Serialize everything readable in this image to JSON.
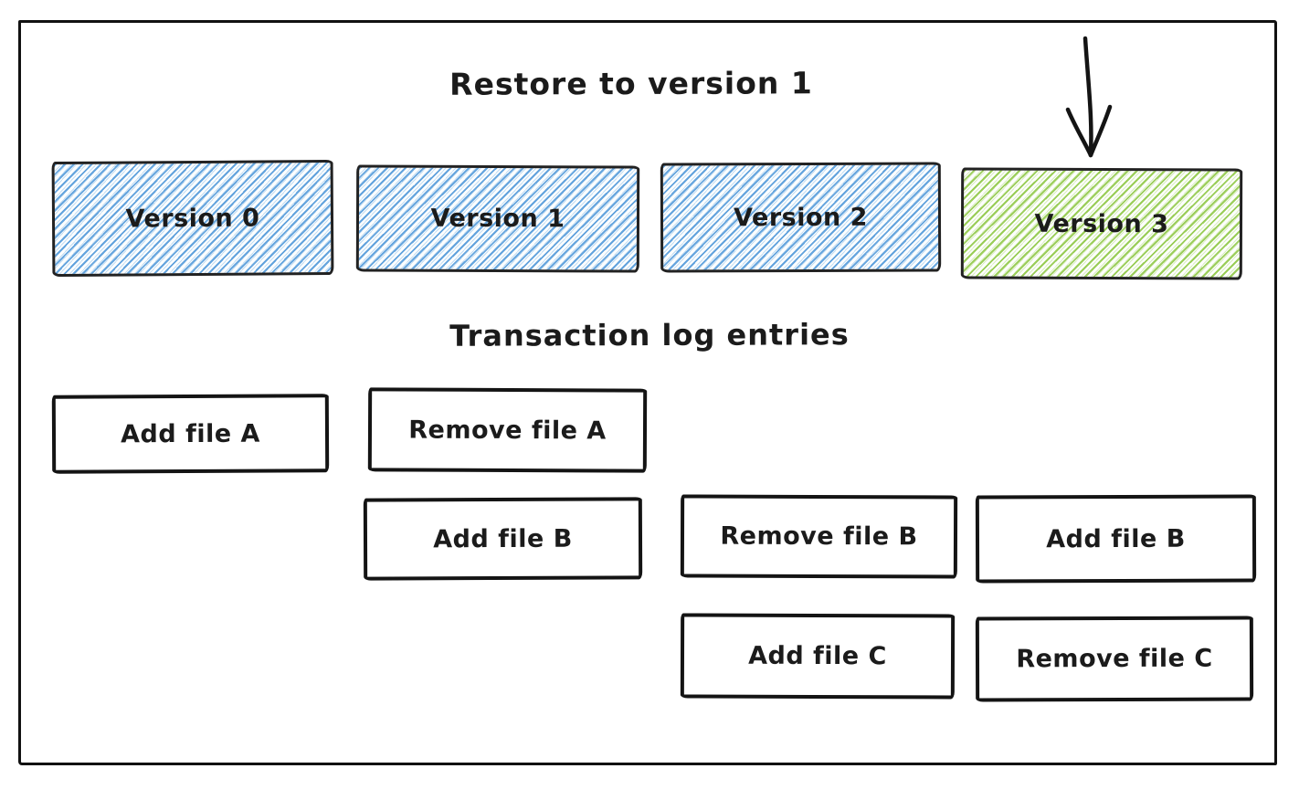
{
  "diagram": {
    "title": "Restore to version 1",
    "subtitle": "Transaction log entries",
    "arrow": {
      "direction": "down",
      "points_to": "Version 3"
    },
    "colors": {
      "stroke": "#141414",
      "blue_hatch": "#4d96d8",
      "green_hatch": "#8bc63f",
      "background": "#ffffff"
    },
    "versions": [
      {
        "label": "Version 0",
        "fill": "blue"
      },
      {
        "label": "Version 1",
        "fill": "blue"
      },
      {
        "label": "Version 2",
        "fill": "blue"
      },
      {
        "label": "Version 3",
        "fill": "green"
      }
    ],
    "log_entries": [
      {
        "label": "Add file A",
        "version_column": 0,
        "row": 0
      },
      {
        "label": "Remove file A",
        "version_column": 1,
        "row": 0
      },
      {
        "label": "Add file B",
        "version_column": 1,
        "row": 1
      },
      {
        "label": "Remove file B",
        "version_column": 2,
        "row": 1
      },
      {
        "label": "Add file B",
        "version_column": 3,
        "row": 1
      },
      {
        "label": "Add file C",
        "version_column": 2,
        "row": 2
      },
      {
        "label": "Remove file C",
        "version_column": 3,
        "row": 2
      }
    ]
  }
}
